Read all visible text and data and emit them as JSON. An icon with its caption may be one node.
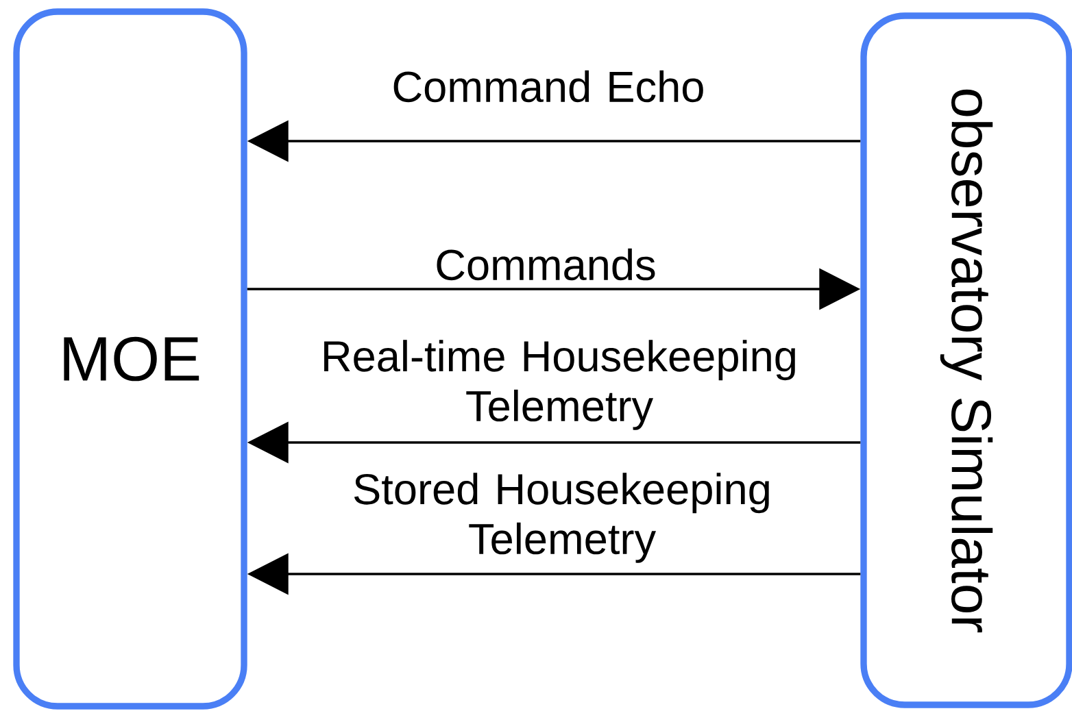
{
  "diagram": {
    "nodes": [
      {
        "text": [
          "MOE"
        ]
      },
      {
        "text": [
          "observatory Simulator"
        ]
      }
    ],
    "edges": [
      {
        "from": 1,
        "to": 0,
        "arrow": "to",
        "label": "Command Echo"
      },
      {
        "from": 0,
        "to": 1,
        "arrow": "to",
        "label": "Commands"
      },
      {
        "from": 1,
        "to": 0,
        "arrow": "to",
        "label": "Real-time Housekeeping Telemetry"
      },
      {
        "from": 1,
        "to": 0,
        "arrow": "to",
        "label": "Stored Housekeeping Telemetry"
      }
    ]
  }
}
